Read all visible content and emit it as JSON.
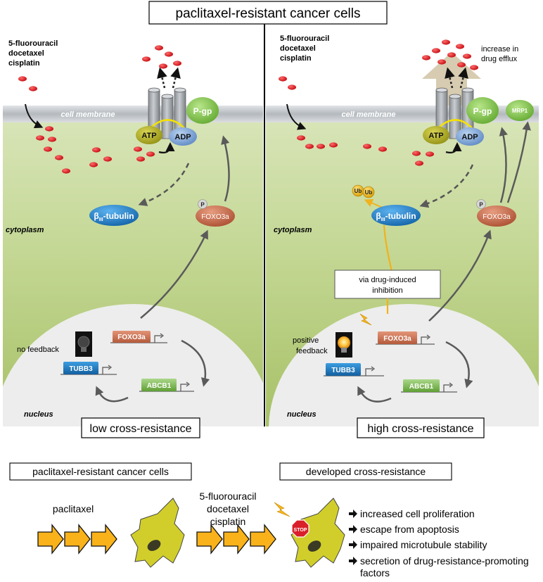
{
  "title": "paclitaxel-resistant cancer cells",
  "left_panel": {
    "drugs": [
      "5-fluorouracil",
      "docetaxel",
      "cisplatin"
    ],
    "membrane": "cell membrane",
    "cytoplasm": "cytoplasm",
    "nucleus": "nucleus",
    "pgp": "P-gp",
    "atp": "ATP",
    "adp": "ADP",
    "tubulin_main": "β",
    "tubulin_sub": "III",
    "tubulin_rest": "-tubulin",
    "phospho": "P",
    "foxo3a_protein": "FOXO3a",
    "gene_foxo3a": "FOXO3a",
    "gene_tubb3": "TUBB3",
    "gene_abcb1": "ABCB1",
    "feedback": "no feedback",
    "result": "low cross-resistance"
  },
  "right_panel": {
    "drugs": [
      "5-fluorouracil",
      "docetaxel",
      "cisplatin"
    ],
    "efflux": [
      "increase in",
      "drug efflux"
    ],
    "membrane": "cell membrane",
    "cytoplasm": "cytoplasm",
    "nucleus": "nucleus",
    "pgp": "P-gp",
    "mrp1": "MRP1",
    "atp": "ATP",
    "adp": "ADP",
    "ub": "Ub",
    "tubulin_main": "β",
    "tubulin_sub": "III",
    "tubulin_rest": "-tubulin",
    "phospho": "P",
    "foxo3a_protein": "FOXO3a",
    "inhibition": [
      "via drug-induced",
      "inhibition"
    ],
    "gene_foxo3a": "FOXO3a",
    "gene_tubb3": "TUBB3",
    "gene_abcb1": "ABCB1",
    "feedback": [
      "positive",
      "feedback"
    ],
    "result": "high cross-resistance"
  },
  "bottom": {
    "left_box": "paclitaxel-resistant cancer cells",
    "right_box": "developed cross-resistance",
    "paclitaxel": "paclitaxel",
    "drugs": [
      "5-fluorouracil",
      "docetaxel",
      "cisplatin"
    ],
    "stop": "STOP",
    "outcomes": [
      "increased cell proliferation",
      "escape from apoptosis",
      "impaired microtubule stability",
      "secretion of drug-resistance-promoting",
      "factors"
    ]
  },
  "colors": {
    "cytoplasm_top": "#dfe9c7",
    "cytoplasm_bottom": "#a9c46a",
    "membrane": "#c9ced3",
    "nucleus": "#ececec",
    "drug": "#e0141b",
    "pgp": "#8ccd4a",
    "atp": "#b5b423",
    "adp": "#7ea6d8",
    "tubulin": "#1f7ec9",
    "foxo3a": "#c8694b",
    "tubb3": "#1f7ec9",
    "abcb1": "#86c25a",
    "ub": "#f2b705",
    "arrow_gold": "#f5b51c",
    "cell_yellow": "#c9c62a"
  }
}
